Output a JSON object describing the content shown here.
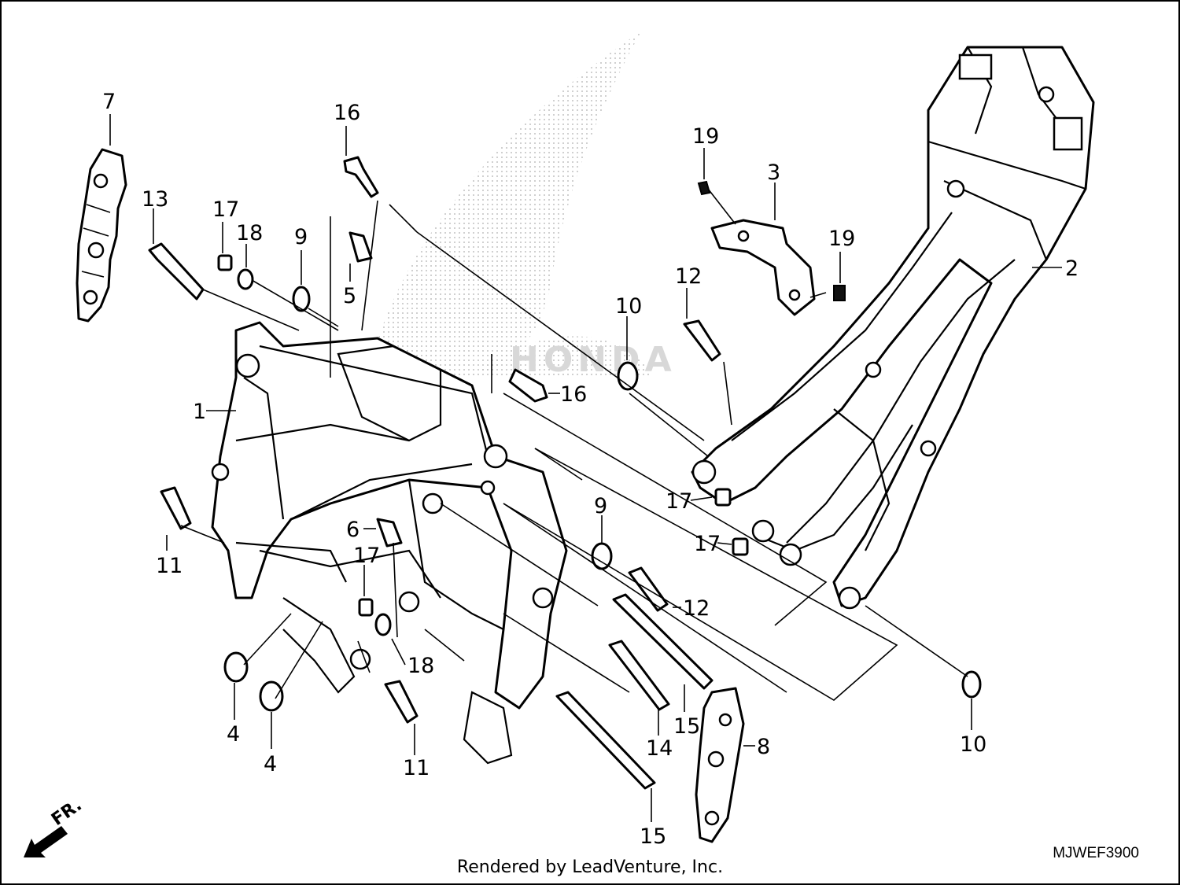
{
  "callouts": [
    "7",
    "13",
    "17",
    "18",
    "9",
    "16",
    "5",
    "19",
    "3",
    "19",
    "12",
    "10",
    "2",
    "1",
    "16",
    "11",
    "6",
    "17",
    "9",
    "17",
    "17",
    "12",
    "18",
    "4",
    "4",
    "11",
    "14",
    "15",
    "8",
    "10",
    "15"
  ],
  "brand_watermark": "HONDA",
  "direction_label": "FR.",
  "credit": "Rendered by LeadVenture, Inc.",
  "diagram_code": "MJWEF3900"
}
